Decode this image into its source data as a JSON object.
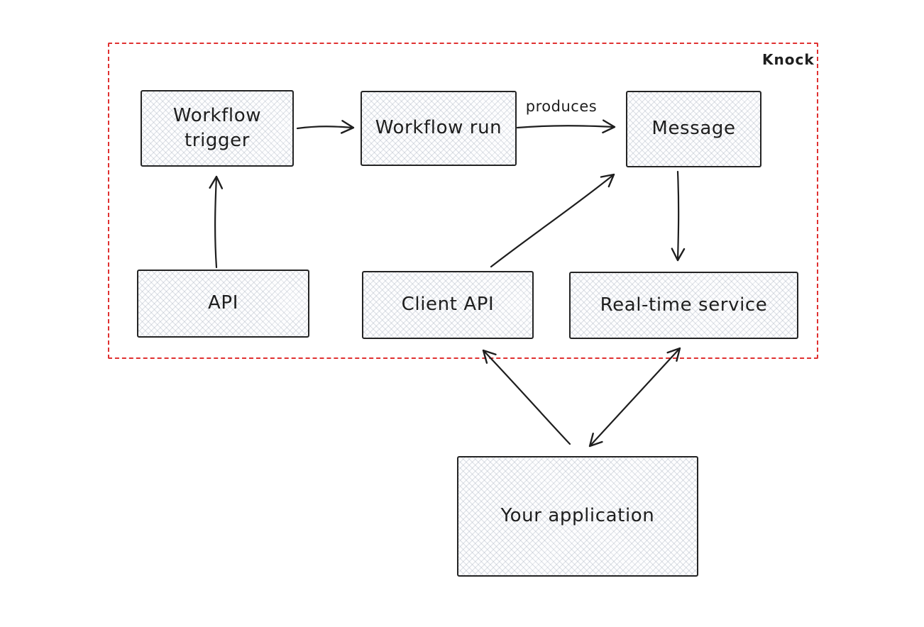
{
  "diagram": {
    "boundary": {
      "label": "Knock",
      "border_style": "dashed",
      "border_color": "#e03131"
    },
    "nodes": [
      {
        "id": "workflow-trigger",
        "label": "Workflow trigger",
        "inside_boundary": true
      },
      {
        "id": "workflow-run",
        "label": "Workflow run",
        "inside_boundary": true
      },
      {
        "id": "message",
        "label": "Message",
        "inside_boundary": true
      },
      {
        "id": "api",
        "label": "API",
        "inside_boundary": true
      },
      {
        "id": "client-api",
        "label": "Client API",
        "inside_boundary": true
      },
      {
        "id": "real-time-service",
        "label": "Real-time service",
        "inside_boundary": true
      },
      {
        "id": "your-application",
        "label": "Your application",
        "inside_boundary": false
      }
    ],
    "edges": [
      {
        "from": "workflow-trigger",
        "to": "workflow-run",
        "label": "",
        "direction": "one-way"
      },
      {
        "from": "workflow-run",
        "to": "message",
        "label": "produces",
        "direction": "one-way"
      },
      {
        "from": "api",
        "to": "workflow-trigger",
        "label": "",
        "direction": "one-way"
      },
      {
        "from": "client-api",
        "to": "message",
        "label": "",
        "direction": "one-way"
      },
      {
        "from": "message",
        "to": "real-time-service",
        "label": "",
        "direction": "one-way"
      },
      {
        "from": "your-application",
        "to": "client-api",
        "label": "",
        "direction": "one-way"
      },
      {
        "from": "real-time-service",
        "to": "your-application",
        "label": "",
        "direction": "two-way"
      }
    ],
    "colors": {
      "node_stroke": "#1e1e1e",
      "node_fill": "#f4f6f8",
      "boundary_red": "#e03131",
      "text": "#1e1e1e",
      "background": "#ffffff"
    }
  }
}
